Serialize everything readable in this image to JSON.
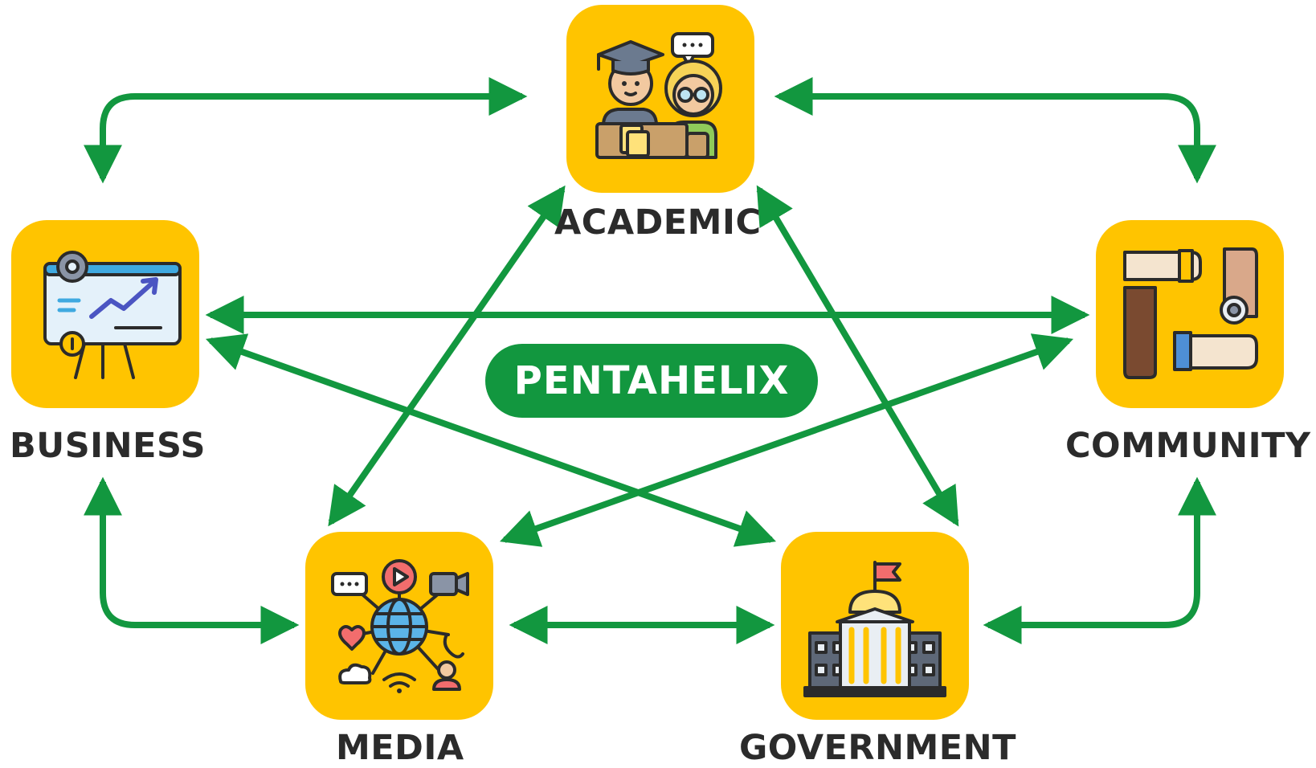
{
  "diagram": {
    "center_label": "PENTAHELIX",
    "nodes": {
      "academic": {
        "label": "ACADEMIC",
        "icon": "students-icon"
      },
      "business": {
        "label": "BUSINESS",
        "icon": "presentation-board-icon"
      },
      "community": {
        "label": "COMMUNITY",
        "icon": "joined-hands-icon"
      },
      "media": {
        "label": "MEDIA",
        "icon": "social-media-globe-icon"
      },
      "government": {
        "label": "GOVERNMENT",
        "icon": "government-building-icon"
      }
    },
    "connections": [
      [
        "academic",
        "business"
      ],
      [
        "academic",
        "community"
      ],
      [
        "academic",
        "media"
      ],
      [
        "academic",
        "government"
      ],
      [
        "business",
        "community"
      ],
      [
        "business",
        "media"
      ],
      [
        "business",
        "government"
      ],
      [
        "community",
        "media"
      ],
      [
        "community",
        "government"
      ],
      [
        "media",
        "government"
      ]
    ],
    "colors": {
      "arrow": "#12973F",
      "tile": "#FFC400",
      "pill": "#12973F",
      "label": "#2b2b2b"
    }
  }
}
